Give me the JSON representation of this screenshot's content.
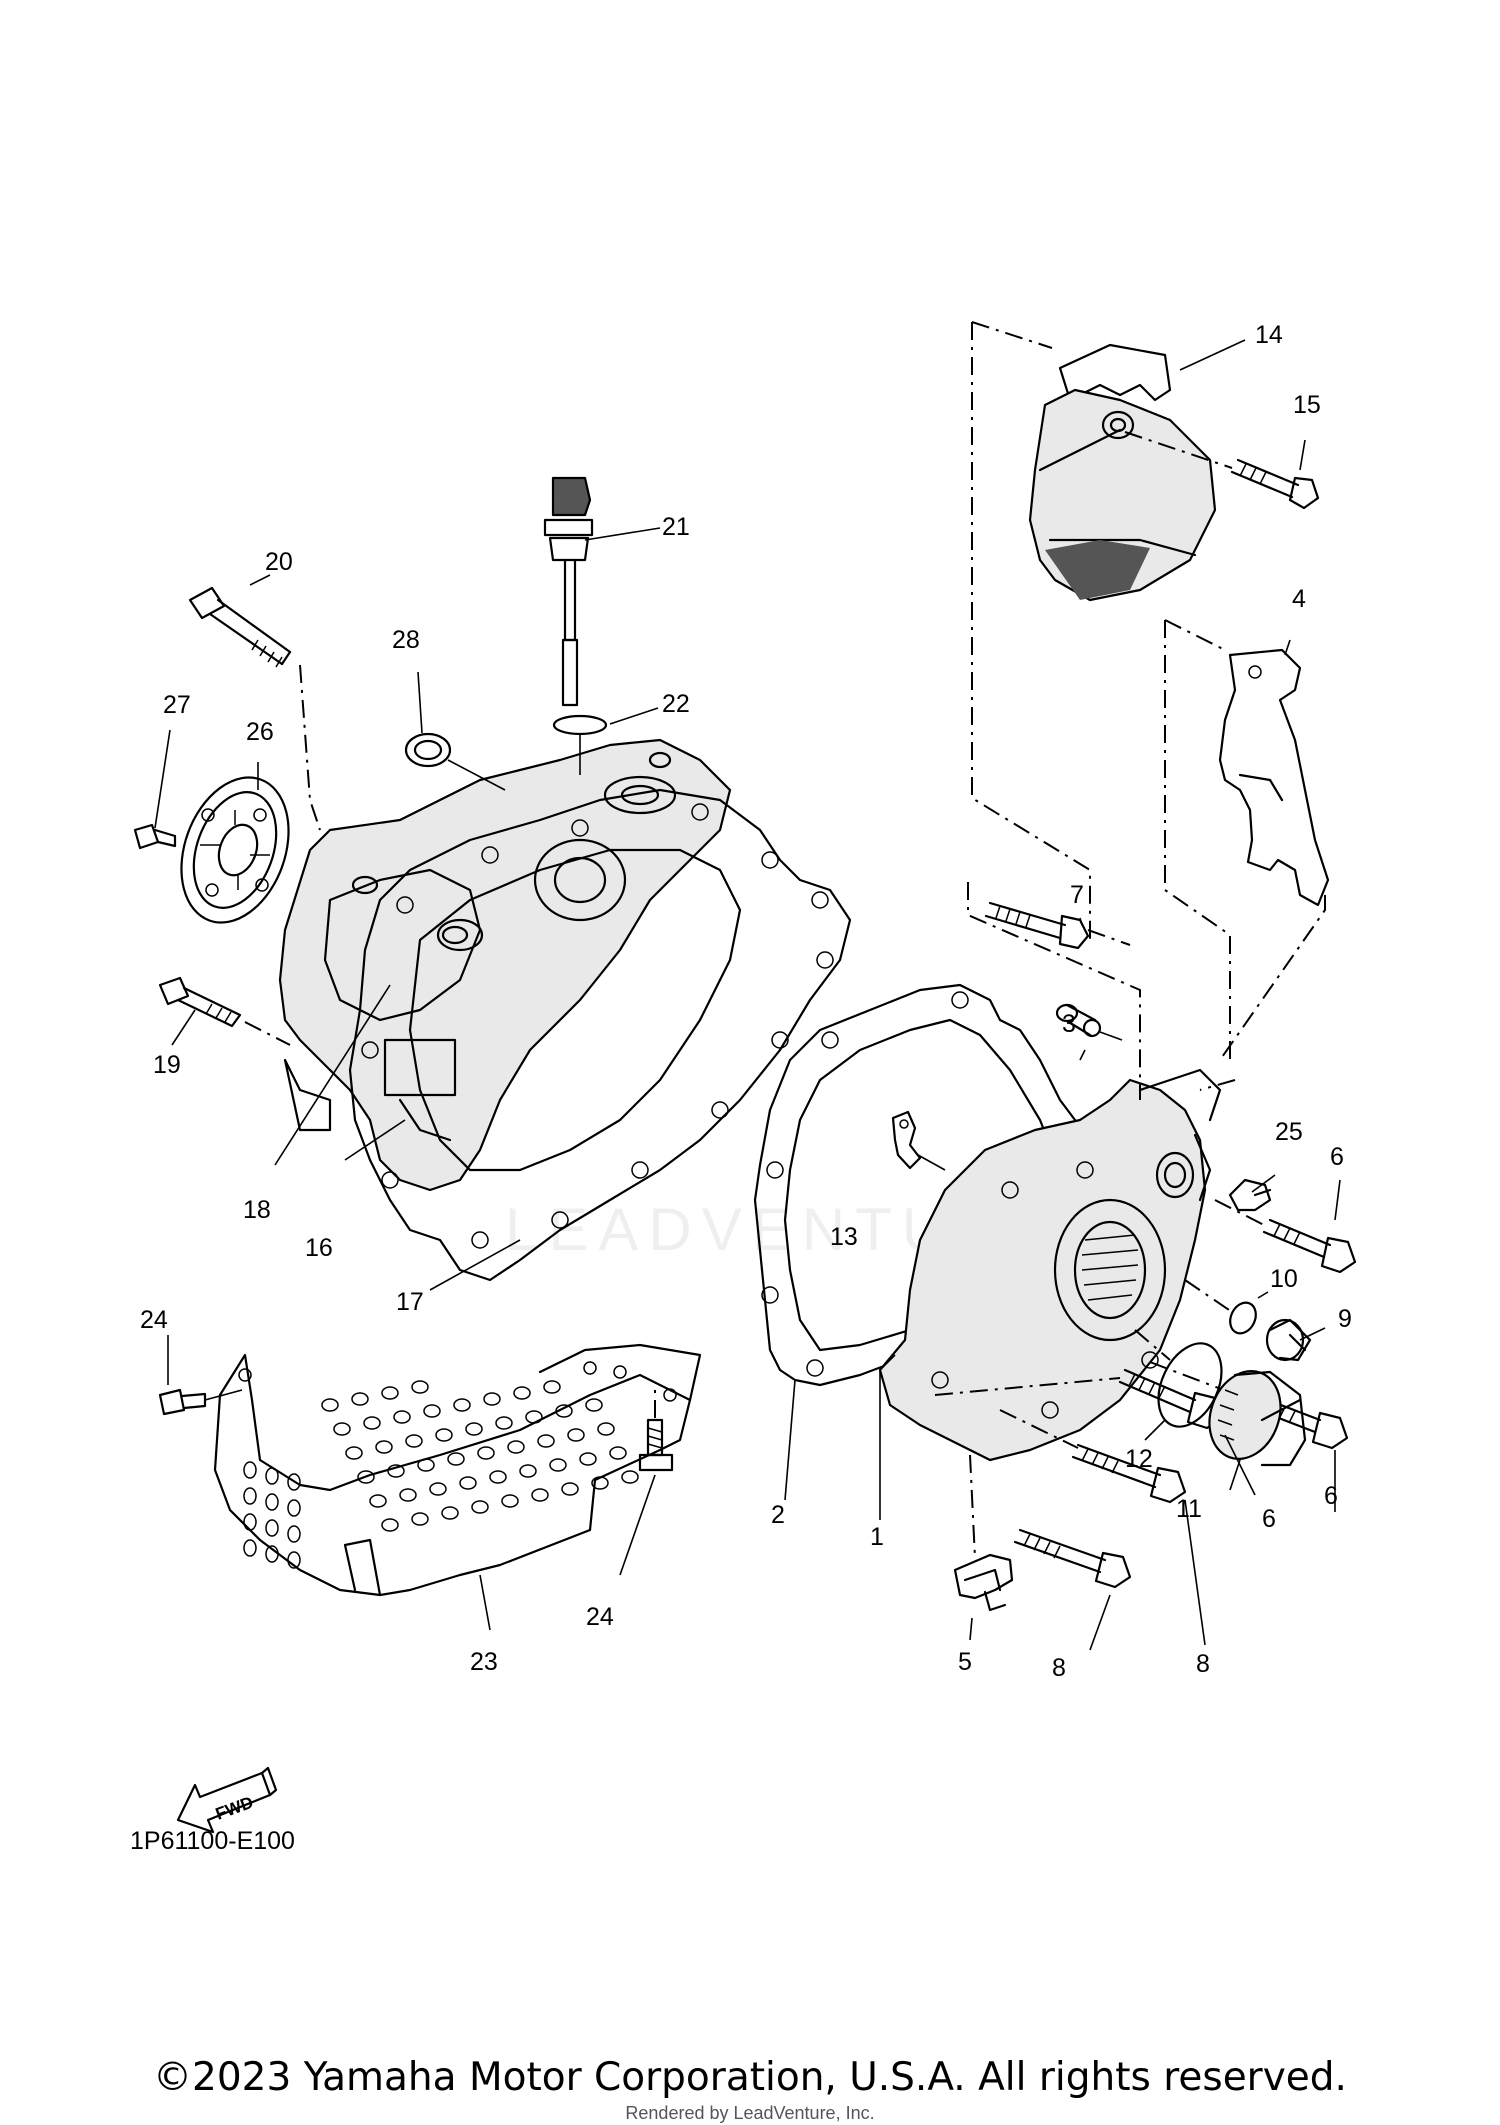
{
  "diagram": {
    "callouts": [
      "1",
      "2",
      "3",
      "4",
      "5",
      "6",
      "6",
      "6",
      "7",
      "8",
      "8",
      "9",
      "10",
      "11",
      "12",
      "13",
      "14",
      "15",
      "16",
      "17",
      "18",
      "19",
      "20",
      "21",
      "22",
      "23",
      "24",
      "24",
      "25",
      "26",
      "27",
      "28"
    ],
    "fwd_label": "FWD",
    "diagram_code": "1P61100-E100",
    "watermark_text": "LEADVENTURE"
  },
  "footer": {
    "copyright": "©2023 Yamaha Motor Corporation, U.S.A. All rights reserved.",
    "rendered_by": "Rendered by LeadVenture, Inc."
  }
}
